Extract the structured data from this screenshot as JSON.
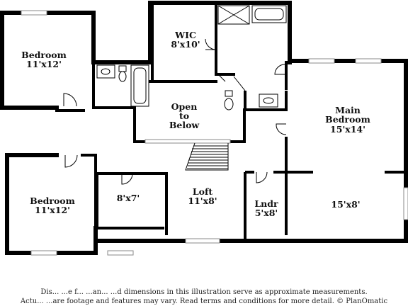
{
  "rooms": {
    "bedroom_left_top": {
      "name": "Bedroom",
      "size": "11'x12'"
    },
    "wic": {
      "name": "WIC",
      "size": "8'x10'"
    },
    "open_to_below": {
      "line1": "Open",
      "line2": "to",
      "line3": "Below"
    },
    "main_bedroom": {
      "name_line1": "Main",
      "name_line2": "Bedroom",
      "size": "15'x14'"
    },
    "bedroom_left_bottom": {
      "name": "Bedroom",
      "size": "11'x12'"
    },
    "small_room": {
      "size": "8'x7'"
    },
    "loft": {
      "name": "Loft",
      "size": "11'x8'"
    },
    "laundry": {
      "name": "Lndr",
      "size": "5'x8'"
    },
    "sitting_area": {
      "size": "15'x8'"
    }
  },
  "disclaimer": {
    "line1": "Dis...  ...e f...  ...an...  ...d dimensions in this illustration serve as approximate measurements.",
    "line2": "Actu... ...are footage and features may vary. Read terms and conditions for more detail. © PlanOmatic"
  }
}
